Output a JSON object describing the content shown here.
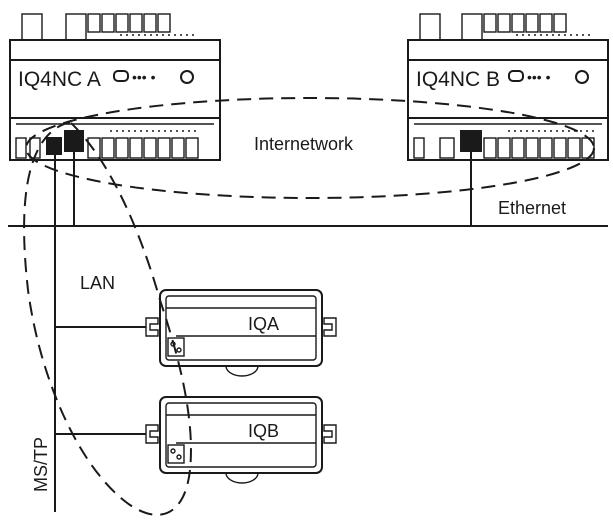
{
  "devices": {
    "controller_a": {
      "label": "IQ4NC A"
    },
    "controller_b": {
      "label": "IQ4NC B"
    },
    "iq_a": {
      "label": "IQA"
    },
    "iq_b": {
      "label": "IQB"
    }
  },
  "networks": {
    "internetwork": "Internetwork",
    "ethernet": "Ethernet",
    "lan": "LAN",
    "mstp": "MS/TP"
  },
  "indicators": {
    "dots": "••• •"
  }
}
